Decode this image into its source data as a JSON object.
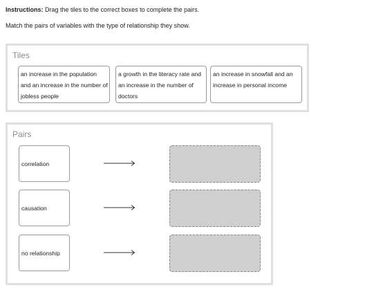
{
  "instructions": {
    "label": "Instructions:",
    "text": " Drag the tiles to the correct boxes to complete the pairs."
  },
  "subtext": "Match the pairs of variables with the type of relationship they show.",
  "tiles_panel": {
    "title": "Tiles",
    "tiles": [
      {
        "text": "an increase in the population and an increase in the number of jobless people"
      },
      {
        "text": "a growth in the literacy rate and an increase in the number of doctors"
      },
      {
        "text": "an increase in snowfall and an increase in personal income"
      }
    ]
  },
  "pairs_panel": {
    "title": "Pairs",
    "pairs": [
      {
        "label": "correlation"
      },
      {
        "label": "causation"
      },
      {
        "label": "no relationship"
      }
    ]
  },
  "icons": {
    "arrow": "arrow-right-icon"
  },
  "colors": {
    "panel_border": "#e0e0e0",
    "drop_box_fill": "#cfcfcf",
    "panel_title": "#8a8a8a"
  }
}
